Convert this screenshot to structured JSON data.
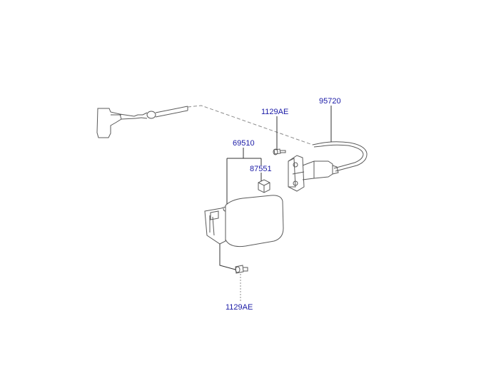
{
  "diagram": {
    "colors": {
      "part_line": "#5a5a5a",
      "leader_line": "#333333",
      "callout_text": "#1a1aa6",
      "dashed_line": "#8c8c8c"
    },
    "callouts": {
      "cable": "95720",
      "bolt_upper": "1129AE",
      "fuel_door": "69510",
      "bumper": "87551",
      "bolt_lower": "1129AE"
    }
  }
}
